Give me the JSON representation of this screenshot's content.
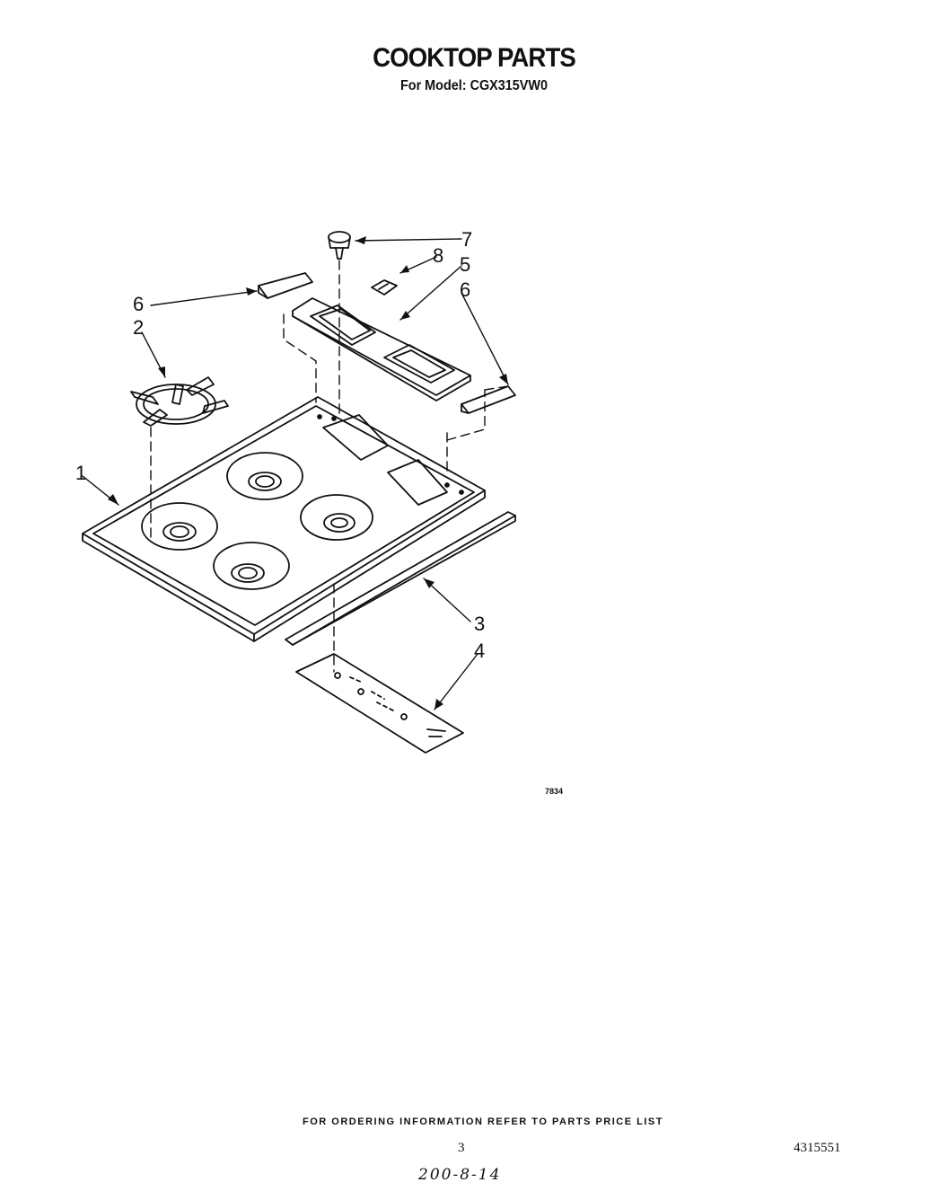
{
  "header": {
    "title": "COOKTOP PARTS",
    "subtitle": "For Model: CGX315VW0"
  },
  "diagram": {
    "callouts": [
      "1",
      "2",
      "3",
      "4",
      "5",
      "6",
      "6",
      "7",
      "8"
    ],
    "figure_number": "7834"
  },
  "footer": {
    "ordering_note": "FOR ORDERING INFORMATION REFER TO PARTS PRICE LIST",
    "page_number": "3",
    "part_number": "4315551",
    "handwritten_note": "200-8-14"
  }
}
